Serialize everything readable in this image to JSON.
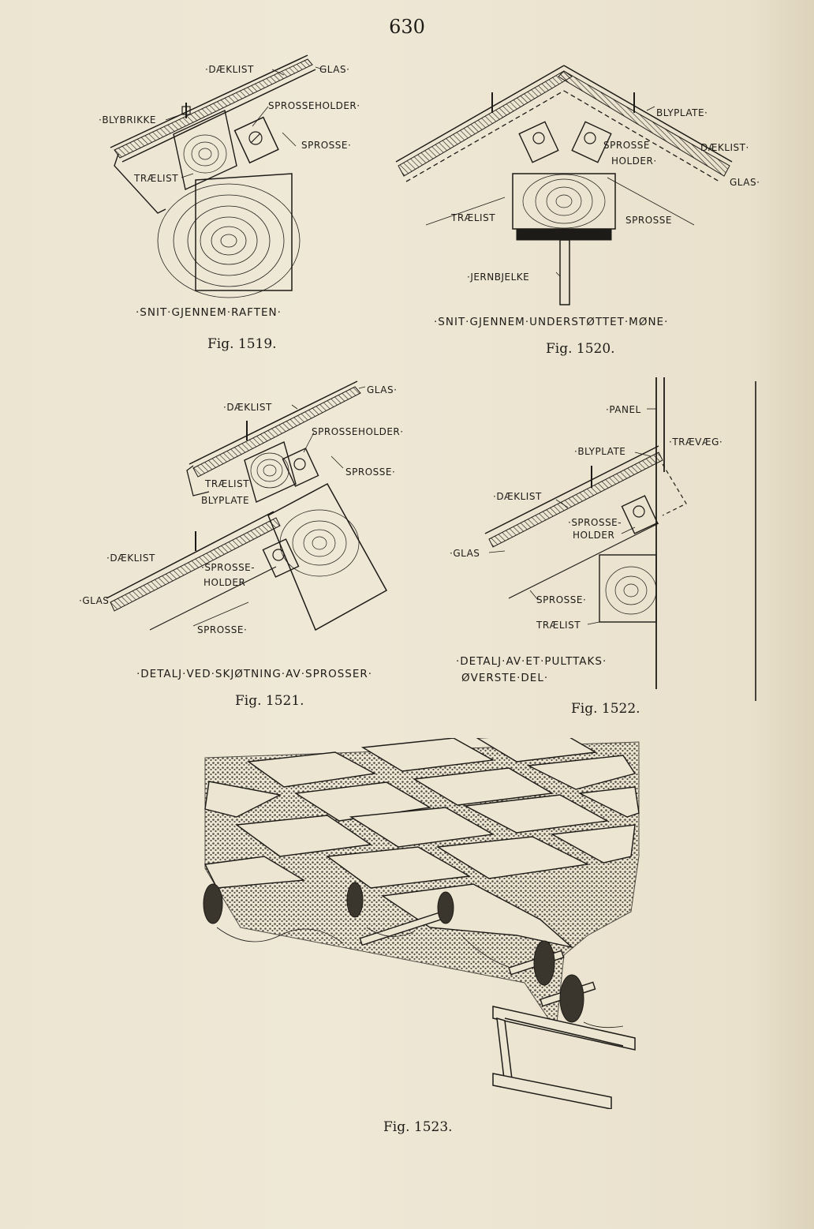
{
  "page_number": "630",
  "fig1519": {
    "labels": {
      "daeklist": "·DÆKLIST",
      "glas": "GLAS·",
      "blybrikke": "·BLYBRIKKE",
      "sprosseholder": "SPROSSEHOLDER·",
      "sprosse": "SPROSSE·",
      "traelist": "TRÆLIST"
    },
    "subtitle": "·SNIT·GJENNEM·RAFTEN·",
    "caption": "Fig. 1519."
  },
  "fig1520": {
    "labels": {
      "blyplate": "BLYPLATE·",
      "sprosse_holder_1": "SPROSSE",
      "sprosse_holder_2": "HOLDER·",
      "daeklist": "DÆKLIST·",
      "glas": "GLAS·",
      "traelist": "TRÆLIST",
      "sprosse": "SPROSSE",
      "jernbjelke": "·JERNBJELKE"
    },
    "subtitle": "·SNIT·GJENNEM·UNDERSTØTTET·MØNE·",
    "caption": "Fig. 1520."
  },
  "fig1521": {
    "labels": {
      "glas_top": "GLAS·",
      "daeklist_top": "·DÆKLIST",
      "sprosseholder": "SPROSSEHOLDER·",
      "sprosse_top": "SPROSSE·",
      "traelist": "TRÆLIST",
      "blyplate": "BLYPLATE",
      "daeklist_low": "·DÆKLIST",
      "sprosse_holder_1": "·SPROSSE-",
      "sprosse_holder_2": "HOLDER",
      "glas_low": "·GLAS",
      "sprosse_low": "SPROSSE·"
    },
    "subtitle": "·DETALJ·VED·SKJØTNING·AV·SPROSSER·",
    "caption": "Fig. 1521."
  },
  "fig1522": {
    "labels": {
      "panel": "·PANEL",
      "traevaeg": "·TRÆVÆG·",
      "blyplate": "·BLYPLATE",
      "daeklist": "·DÆKLIST",
      "sprosse_holder_1": "·SPROSSE-",
      "sprosse_holder_2": "HOLDER",
      "glas": "·GLAS",
      "sprosse": "SPROSSE·",
      "traelist": "TRÆLIST"
    },
    "subtitle_1": "·DETALJ·AV·ET·PULTTAKS·",
    "subtitle_2": "ØVERSTE·DEL·",
    "caption": "Fig. 1522."
  },
  "fig1523": {
    "caption": "Fig. 1523."
  }
}
